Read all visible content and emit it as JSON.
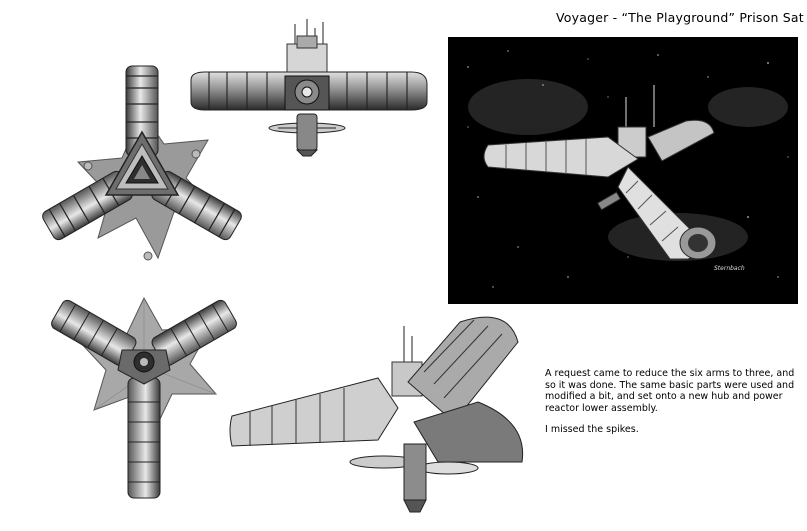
{
  "header": {
    "title": "Voyager - “The Playground”  Prison Sat"
  },
  "render": {
    "signature": "Sternbach"
  },
  "description": {
    "paragraph_1": "A request came to reduce the six arms to three, and so it was done. The same basic parts were used and modified a bit, and set onto a new hub and power reactor lower assembly.",
    "paragraph_2": "I missed the spikes."
  }
}
